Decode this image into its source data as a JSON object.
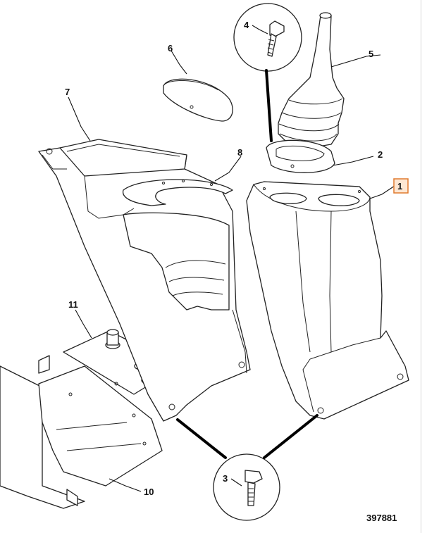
{
  "callouts": {
    "c1": "1",
    "c2": "2",
    "c3": "3",
    "c4": "4",
    "c5": "5",
    "c6": "6",
    "c7": "7",
    "c8": "8",
    "c10": "10",
    "c11": "11"
  },
  "figure_number": "397881",
  "highlighted_callout": "1",
  "colors": {
    "highlight_fill": "#fde7d3",
    "highlight_border": "#e07a2e",
    "line": "#222222"
  }
}
